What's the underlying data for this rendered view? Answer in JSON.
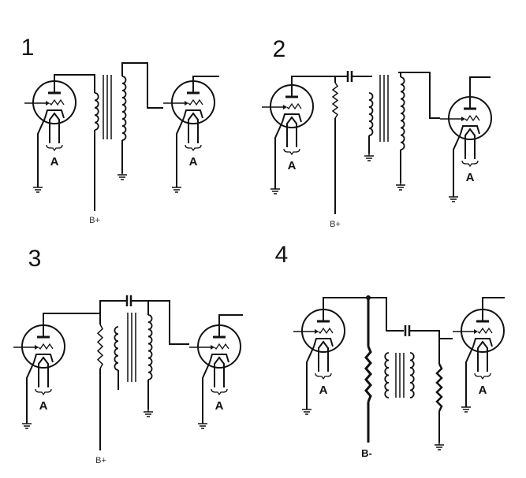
{
  "panels": [
    {
      "number": "1",
      "filament_label": "A",
      "supply_label": "B+"
    },
    {
      "number": "2",
      "filament_label": "A",
      "supply_label": "B+"
    },
    {
      "number": "3",
      "filament_label": "A",
      "supply_label": "B+"
    },
    {
      "number": "4",
      "filament_label": "A",
      "supply_label": "B-"
    }
  ]
}
